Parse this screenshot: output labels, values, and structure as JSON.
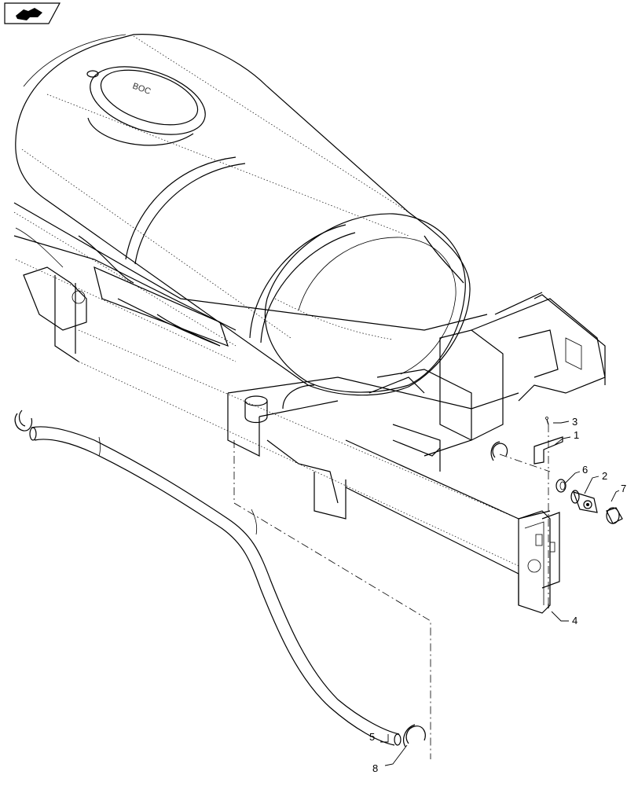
{
  "nav_icon": {
    "name": "nav-arrow-icon"
  },
  "callouts": [
    {
      "id": "c1",
      "label": "1"
    },
    {
      "id": "c2",
      "label": "2"
    },
    {
      "id": "c3",
      "label": "3"
    },
    {
      "id": "c4",
      "label": "4"
    },
    {
      "id": "c5",
      "label": "5"
    },
    {
      "id": "c6",
      "label": "6"
    },
    {
      "id": "c7",
      "label": "7"
    },
    {
      "id": "c8",
      "label": "8"
    }
  ]
}
